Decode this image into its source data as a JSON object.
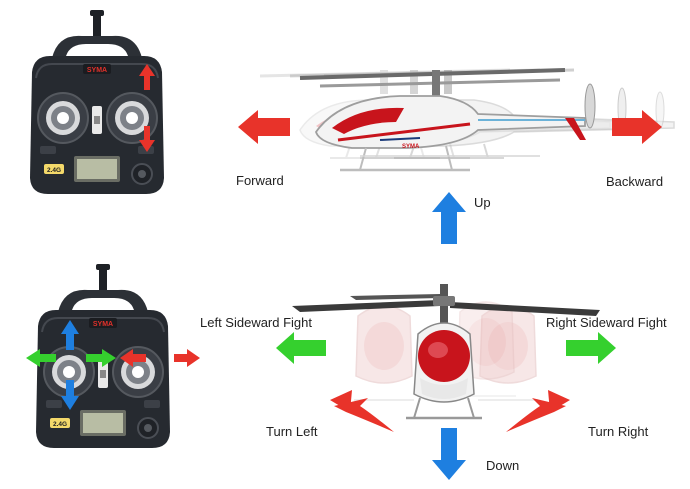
{
  "colors": {
    "arrow_red": "#e8332a",
    "arrow_green": "#35d02e",
    "arrow_blue": "#1e7fe0",
    "remote_body": "#262a30",
    "helicopter_red": "#c8141c"
  },
  "remote": {
    "brand": "SYMA",
    "badge": "2.4G"
  },
  "labels": {
    "forward": "Forward",
    "backward": "Backward",
    "up": "Up",
    "down": "Down",
    "left_sideward": "Left Sideward Fight",
    "right_sideward": "Right Sideward Fight",
    "turn_left": "Turn Left",
    "turn_right": "Turn Right"
  }
}
